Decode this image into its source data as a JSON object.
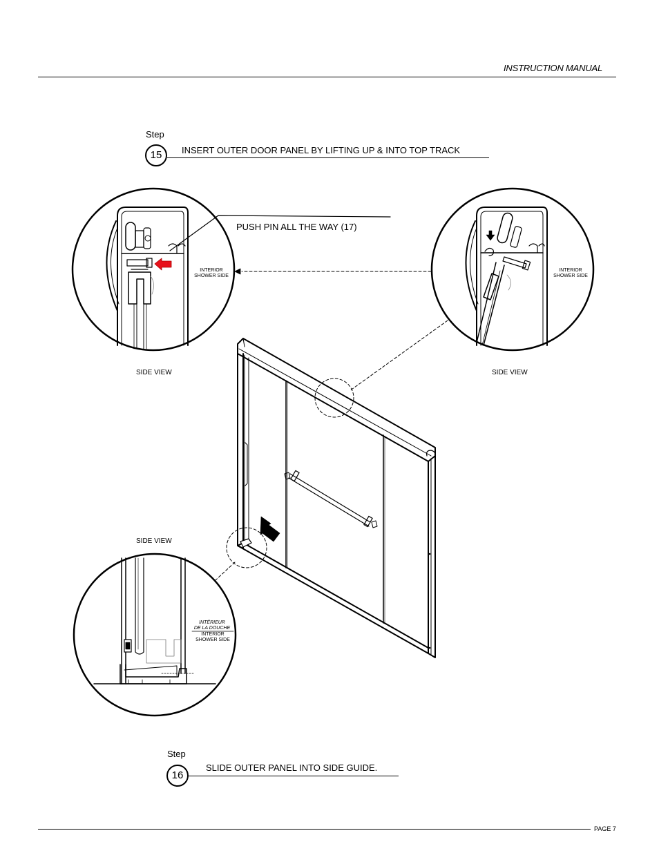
{
  "header": {
    "title": "INSTRUCTION MANUAL"
  },
  "step15": {
    "label": "Step",
    "number": "15",
    "instruction": "INSERT OUTER DOOR PANEL BY LIFTING UP & INTO TOP TRACK"
  },
  "callout": {
    "push_pin": "PUSH PIN ALL THE WAY (17)"
  },
  "detail_left": {
    "line1": "INTERIOR",
    "line2": "SHOWER SIDE",
    "view": "SIDE VIEW"
  },
  "detail_right": {
    "line1": "INTERIOR",
    "line2": "SHOWER SIDE",
    "view": "SIDE VIEW"
  },
  "detail_bottom": {
    "view": "SIDE VIEW",
    "fr_line1": "INTÉRIEUR",
    "fr_line2": "DE LA DOUCHE",
    "line1": "INTERIOR",
    "line2": "SHOWER SIDE"
  },
  "step16": {
    "label": "Step",
    "number": "16",
    "instruction": "SLIDE OUTER PANEL INTO SIDE GUIDE."
  },
  "footer": {
    "page": "PAGE 7"
  },
  "colors": {
    "arrow_red": "#e8111b",
    "line": "#000000"
  }
}
